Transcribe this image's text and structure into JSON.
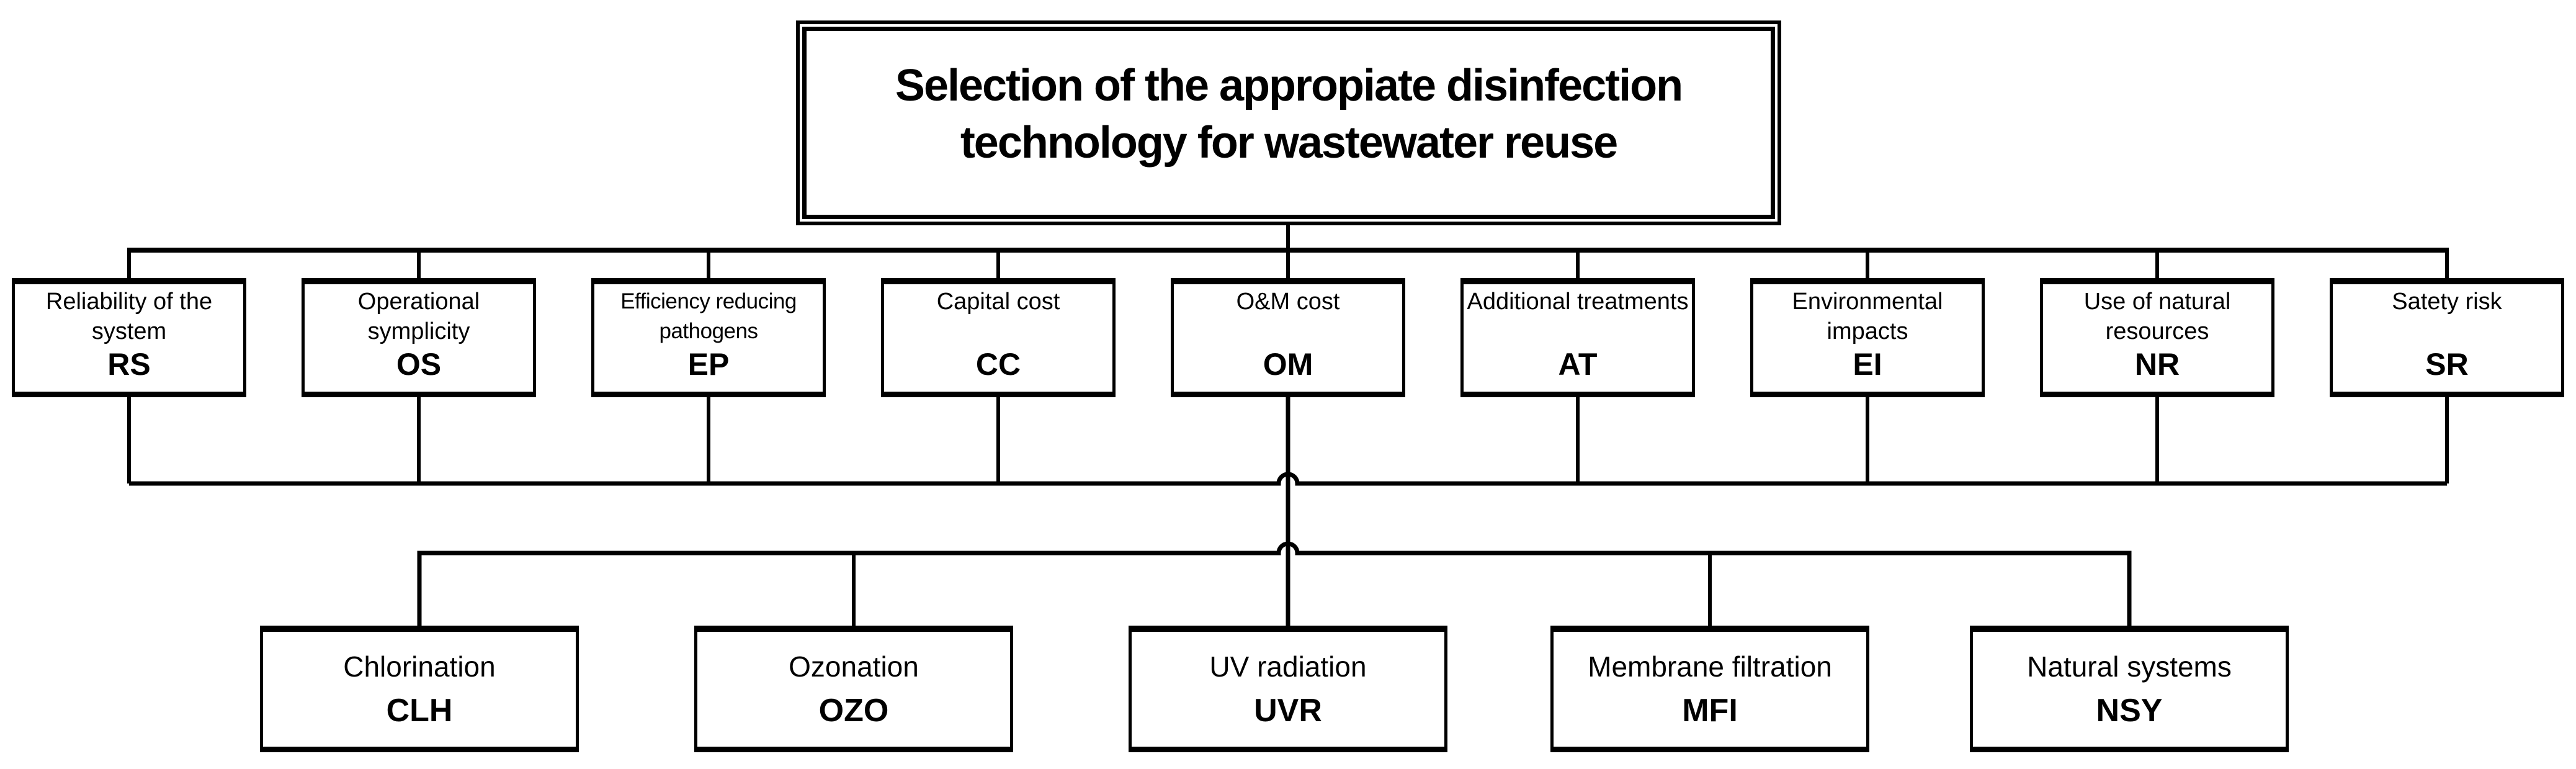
{
  "diagram": {
    "type": "hierarchy",
    "goal": {
      "title": "Selection of the appropiate disinfection technology for wastewater reuse"
    },
    "criteria": {
      "items": [
        {
          "label": "Reliability of the system",
          "code": "RS"
        },
        {
          "label": "Operational symplicity",
          "code": "OS"
        },
        {
          "label": "Efficiency reducing pathogens",
          "code": "EP"
        },
        {
          "label": "Capital cost",
          "code": "CC"
        },
        {
          "label": "O&M cost",
          "code": "OM"
        },
        {
          "label": "Additional treatments",
          "code": "AT"
        },
        {
          "label": "Environmental impacts",
          "code": "EI"
        },
        {
          "label": "Use of natural resources",
          "code": "NR"
        },
        {
          "label": "Satety risk",
          "code": "SR"
        }
      ]
    },
    "alternatives": {
      "items": [
        {
          "label": "Chlorination",
          "code": "CLH"
        },
        {
          "label": "Ozonation",
          "code": "OZO"
        },
        {
          "label": "UV radiation",
          "code": "UVR"
        },
        {
          "label": "Membrane filtration",
          "code": "MFI"
        },
        {
          "label": "Natural systems",
          "code": "NSY"
        }
      ]
    },
    "colors": {
      "line": "#000000",
      "text": "#000000",
      "background": "#ffffff"
    }
  }
}
